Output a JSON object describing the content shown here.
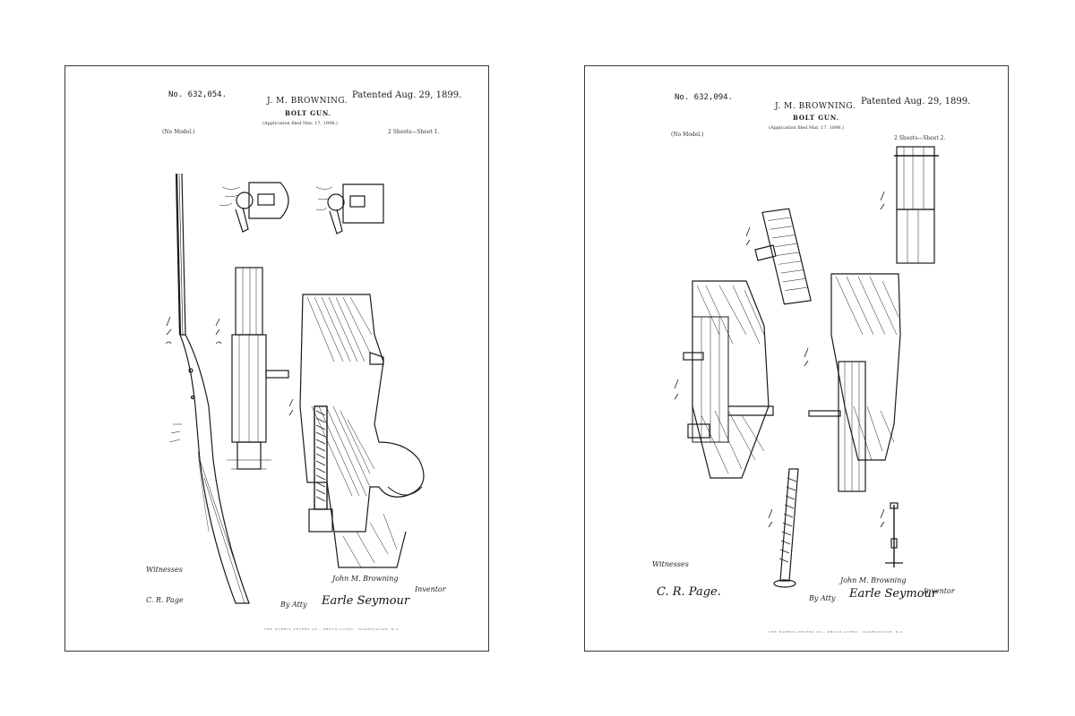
{
  "sheets": [
    {
      "patent_no": "No. 632,054.",
      "patented": "Patented Aug. 29, 1899.",
      "inventor": "J. M. BROWNING.",
      "title": "BOLT GUN.",
      "application": "(Application filed Mar. 17, 1898.)",
      "model": "(No Model.)",
      "sheet_info": "2 Sheets—Sheet 1.",
      "witnesses_label": "Witnesses",
      "witness_2": "C. R. Page",
      "inventor_signature": "John M. Browning",
      "inventor_label": "Inventor",
      "attorney_prefix": "By Atty",
      "attorney": "Earle Seymour",
      "printer_line": "THE NORRIS PETERS CO., PHOTO-LITHO., WASHINGTON, D.C."
    },
    {
      "patent_no": "No. 632,094.",
      "patented": "Patented Aug. 29, 1899.",
      "inventor": "J. M. BROWNING.",
      "title": "BOLT GUN.",
      "application": "(Application filed Mar. 17, 1898.)",
      "model": "(No Model.)",
      "sheet_info": "2 Sheets—Sheet 2.",
      "witnesses_label": "Witnesses",
      "witness_2": "C. R. Page.",
      "inventor_signature": "John M. Browning",
      "inventor_label": "Inventor",
      "attorney_prefix": "By Atty",
      "attorney": "Earle Seymour",
      "printer_line": "THE NORRIS PETERS CO., PHOTO-LITHO., WASHINGTON, D.C."
    }
  ]
}
